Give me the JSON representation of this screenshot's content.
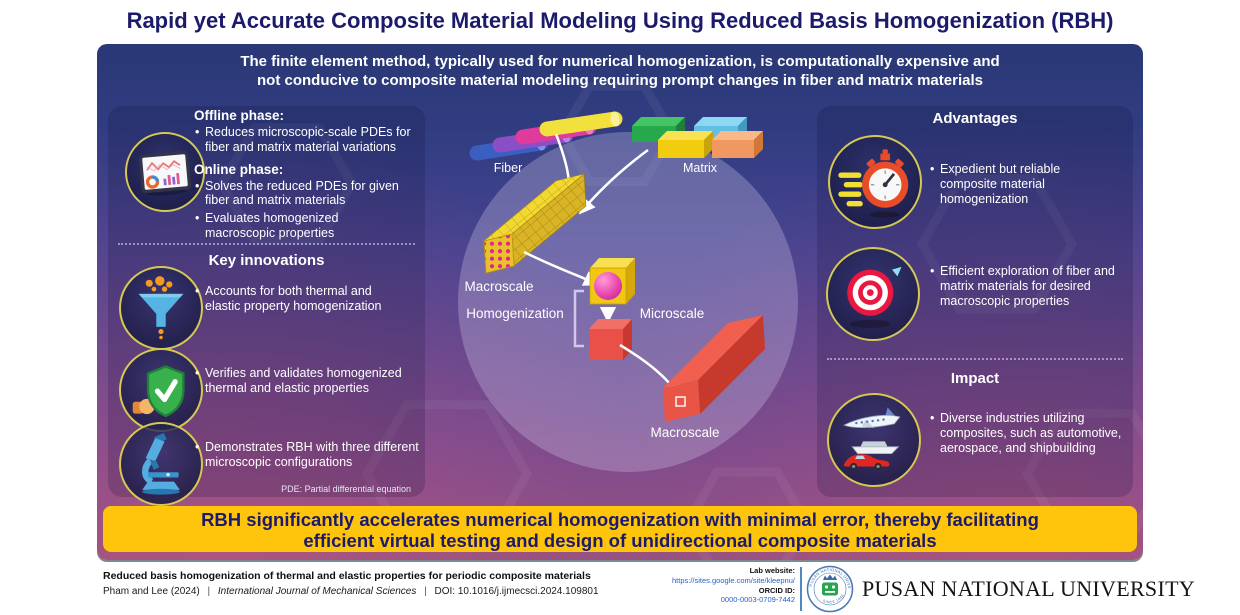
{
  "header": {
    "title": "Rapid yet Accurate Composite Material Modeling Using Reduced Basis Homogenization (RBH)"
  },
  "problem_banner": {
    "line1": "The finite element method, typically used for numerical homogenization, is computationally expensive and",
    "line2": "not conducive to composite material modeling requiring prompt changes in fiber and matrix materials"
  },
  "left_panel": {
    "phase_icon": "tablet-charts-icon",
    "offline_heading": "Offline phase:",
    "offline_bullet": "Reduces microscopic-scale PDEs for fiber and matrix material variations",
    "online_heading": "Online phase:",
    "online_bullet_1": "Solves the reduced PDEs for given fiber and matrix materials",
    "online_bullet_2": "Evaluates homogenized macroscopic properties",
    "innovations_heading": "Key innovations",
    "innovations": [
      {
        "icon": "funnel-icon",
        "text": "Accounts for both thermal and elastic property homogenization"
      },
      {
        "icon": "shield-check-icon",
        "text": "Verifies and validates homogenized thermal and elastic properties"
      },
      {
        "icon": "microscope-icon",
        "text": "Demonstrates RBH with three different microscopic configurations"
      }
    ],
    "footnote": "PDE: Partial differential equation"
  },
  "diagram": {
    "fiber_label": "Fiber",
    "matrix_label": "Matrix",
    "macroscale_top_label": "Macroscale",
    "homogenization_label": "Homogenization",
    "microscale_label": "Microscale",
    "macroscale_bottom_label": "Macroscale"
  },
  "right_panel": {
    "advantages_heading": "Advantages",
    "advantages": [
      {
        "icon": "stopwatch-icon",
        "text": "Expedient but reliable composite material homogenization"
      },
      {
        "icon": "target-icon",
        "text": "Efficient exploration of fiber and matrix materials for desired macroscopic properties"
      }
    ],
    "impact_heading": "Impact",
    "impact_items": [
      {
        "icon": "transport-vehicles-icon",
        "text": "Diverse industries utilizing composites, such as automotive, aerospace, and shipbuilding"
      }
    ]
  },
  "conclusion_banner": {
    "line1": "RBH significantly accelerates numerical homogenization with minimal error, thereby facilitating",
    "line2": "efficient virtual testing and design of unidirectional composite materials"
  },
  "footer": {
    "paper_title": "Reduced basis homogenization of thermal and elastic properties for periodic composite materials",
    "authors": "Pham and Lee (2024)",
    "separator": "|",
    "journal": "International Journal of Mechanical Sciences",
    "doi": "DOI: 10.1016/j.ijmecsci.2024.109801",
    "lab_website_label": "Lab website:",
    "lab_website_url": "https://sites.google.com/site/kleepnu/",
    "orcid_label": "ORCID ID:",
    "orcid_value": "0000-0003-0709-7442",
    "university": "PUSAN NATIONAL UNIVERSITY",
    "seal_top": "PUSAN NATIONAL UNIVERSITY",
    "seal_bottom": "SINCE 1946"
  },
  "colors": {
    "banner_navy": "#2a3876",
    "panel_purple": "#62478f",
    "accent_gold": "#ffc40c",
    "headline_navy": "#1c1a6a",
    "icon_ring_gold": "#d4c954",
    "link_blue": "#2464c8"
  }
}
